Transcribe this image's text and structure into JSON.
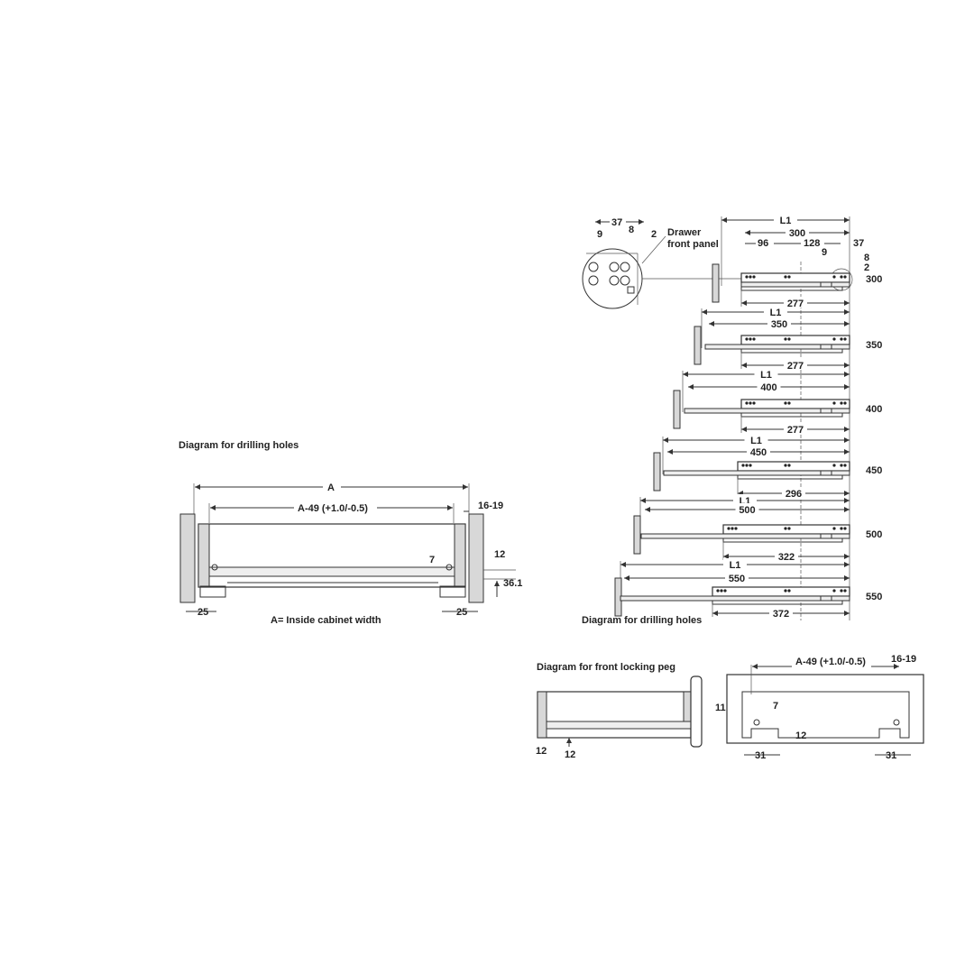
{
  "colors": {
    "line": "#333333",
    "panel": "#d8d8d8",
    "background": "#ffffff"
  },
  "drilling_front": {
    "title": "Diagram for drilling holes",
    "dim_A": "A",
    "dim_inner": "A-49 (+1.0/-0.5)",
    "dim_side": "16-19",
    "dim_7": "7",
    "dim_12": "12",
    "dim_36": "36.1",
    "dim_25_left": "25",
    "dim_25_right": "25",
    "note": "A= Inside cabinet width"
  },
  "detail": {
    "dim_37": "37",
    "dim_9": "9",
    "dim_8": "8",
    "dim_2": "2",
    "label_line1": "Drawer",
    "label_line2": "front panel"
  },
  "slides": {
    "title": "Diagram for drilling holes",
    "top_dims": {
      "d96": "96",
      "d128": "128",
      "d37": "37",
      "d9": "9",
      "d8": "8",
      "d2": "2"
    },
    "rows": [
      {
        "size": "300",
        "l1": "L1",
        "length": "300",
        "bottom": "277"
      },
      {
        "size": "350",
        "l1": "L1",
        "length": "350",
        "bottom": "277"
      },
      {
        "size": "400",
        "l1": "L1",
        "length": "400",
        "bottom": "277"
      },
      {
        "size": "450",
        "l1": "L1",
        "length": "450",
        "bottom": "296"
      },
      {
        "size": "500",
        "l1": "L1",
        "length": "500",
        "bottom": "322"
      },
      {
        "size": "550",
        "l1": "L1",
        "length": "550",
        "bottom": "372"
      }
    ]
  },
  "locking_peg": {
    "title": "Diagram for front locking peg",
    "side_12a": "12",
    "side_12b": "12",
    "dim_inner": "A-49 (+1.0/-0.5)",
    "dim_side": "16-19",
    "dim_11": "11",
    "dim_7": "7",
    "dim_12": "12",
    "dim_31_left": "31",
    "dim_31_right": "31"
  }
}
